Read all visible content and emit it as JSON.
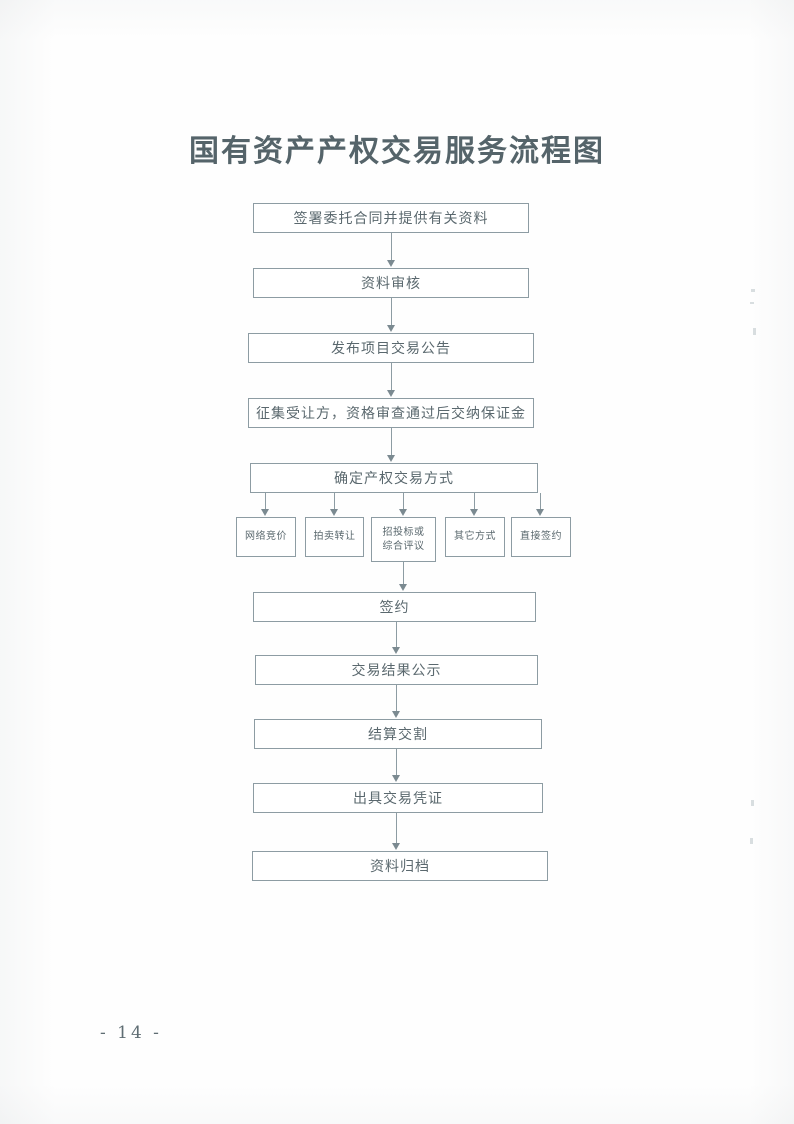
{
  "page": {
    "title": "国有资产产权交易服务流程图",
    "page_number": "- 14 -"
  },
  "chart_data": {
    "type": "diagram",
    "title": "国有资产产权交易服务流程图",
    "orientation": "top-to-bottom",
    "nodes": [
      {
        "id": "n1",
        "label": "签署委托合同并提供有关资料",
        "level": 1
      },
      {
        "id": "n2",
        "label": "资料审核",
        "level": 2
      },
      {
        "id": "n3",
        "label": "发布项目交易公告",
        "level": 3
      },
      {
        "id": "n4",
        "label": "征集受让方，资格审查通过后交纳保证金",
        "level": 4
      },
      {
        "id": "n5",
        "label": "确定产权交易方式",
        "level": 5
      },
      {
        "id": "b1",
        "label": "网络竞价",
        "level": 6
      },
      {
        "id": "b2",
        "label": "拍卖转让",
        "level": 6
      },
      {
        "id": "b3",
        "label": "招投标或综合评议",
        "label_line1": "招投标或",
        "label_line2": "综合评议",
        "level": 6
      },
      {
        "id": "b4",
        "label": "其它方式",
        "level": 6
      },
      {
        "id": "b5",
        "label": "直接签约",
        "level": 6
      },
      {
        "id": "n7",
        "label": "签约",
        "level": 7
      },
      {
        "id": "n8",
        "label": "交易结果公示",
        "level": 8
      },
      {
        "id": "n9",
        "label": "结算交割",
        "level": 9
      },
      {
        "id": "n10",
        "label": "出具交易凭证",
        "level": 10
      },
      {
        "id": "n11",
        "label": "资料归档",
        "level": 11
      }
    ],
    "edges": [
      {
        "from": "n1",
        "to": "n2"
      },
      {
        "from": "n2",
        "to": "n3"
      },
      {
        "from": "n3",
        "to": "n4"
      },
      {
        "from": "n4",
        "to": "n5"
      },
      {
        "from": "n5",
        "to": "b1"
      },
      {
        "from": "n5",
        "to": "b2"
      },
      {
        "from": "n5",
        "to": "b3"
      },
      {
        "from": "n5",
        "to": "b4"
      },
      {
        "from": "n5",
        "to": "b5"
      },
      {
        "from": "b3",
        "to": "n7"
      },
      {
        "from": "n7",
        "to": "n8"
      },
      {
        "from": "n8",
        "to": "n9"
      },
      {
        "from": "n9",
        "to": "n10"
      },
      {
        "from": "n10",
        "to": "n11"
      }
    ],
    "colors": {
      "border": "#8d9ca3",
      "text": "#5a686e",
      "title": "#55646a",
      "background": "#ffffff"
    }
  }
}
